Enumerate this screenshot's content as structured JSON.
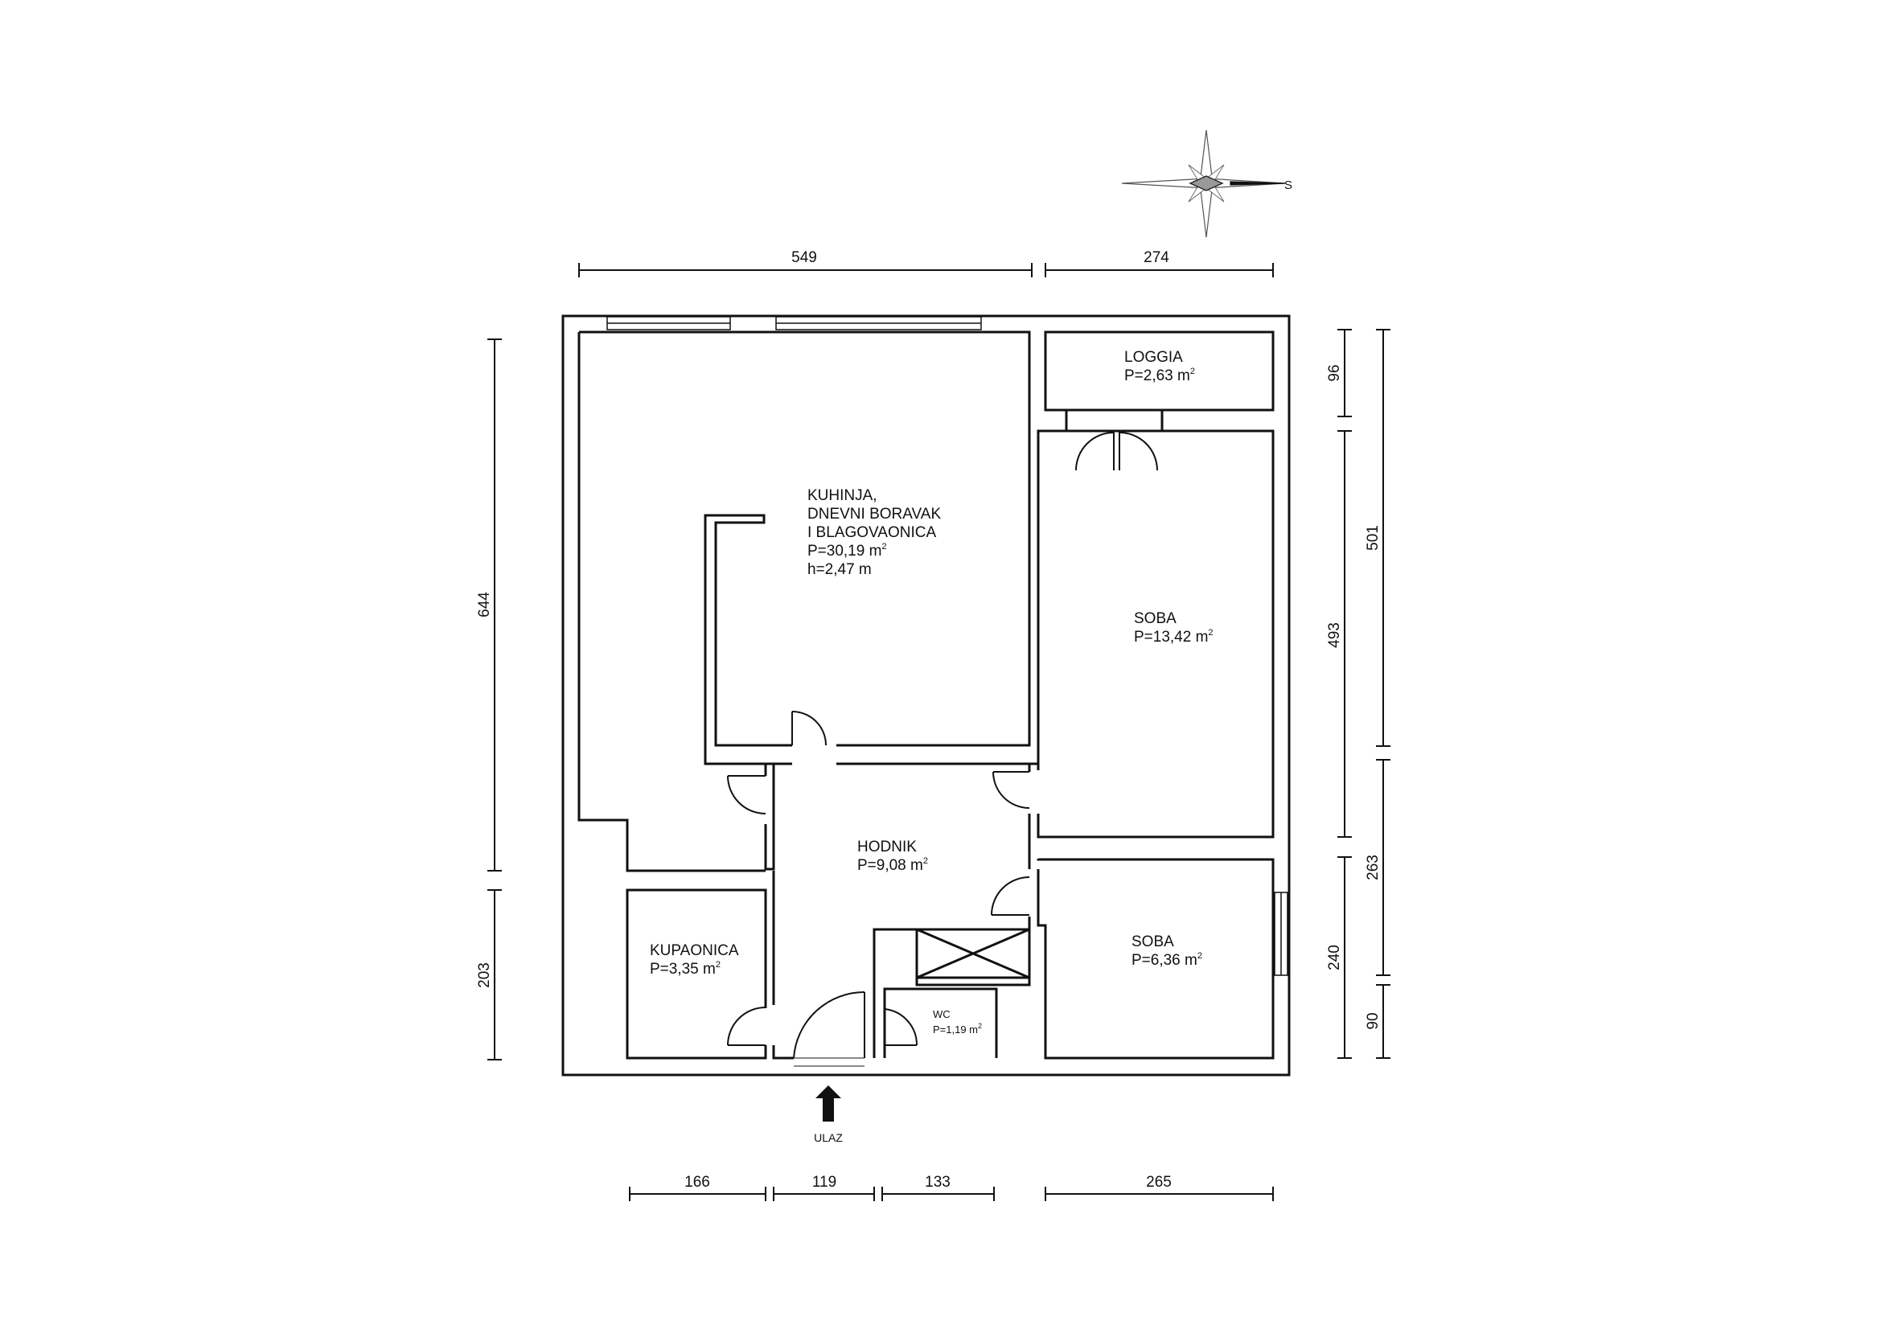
{
  "compass": {
    "direction_label": "S"
  },
  "entrance": {
    "label": "ULAZ"
  },
  "rooms": [
    {
      "id": "kuhinja",
      "lines": [
        "KUHINJA,",
        "DNEVNI BORAVAK",
        "I BLAGOVAONICA"
      ],
      "area": "P=30,19 m",
      "height": "h=2,47 m",
      "unit_sup": "2"
    },
    {
      "id": "loggia",
      "lines": [
        "LOGGIA"
      ],
      "area": "P=2,63 m",
      "unit_sup": "2"
    },
    {
      "id": "soba-large",
      "lines": [
        "SOBA"
      ],
      "area": "P=13,42 m",
      "unit_sup": "2"
    },
    {
      "id": "hodnik",
      "lines": [
        "HODNIK"
      ],
      "area": "P=9,08 m",
      "unit_sup": "2"
    },
    {
      "id": "soba-small",
      "lines": [
        "SOBA"
      ],
      "area": "P=6,36 m",
      "unit_sup": "2"
    },
    {
      "id": "kupaonica",
      "lines": [
        "KUPAONICA"
      ],
      "area": "P=3,35 m",
      "unit_sup": "2"
    },
    {
      "id": "wc",
      "lines": [
        "WC"
      ],
      "area": "P=1,19 m",
      "unit_sup": "2"
    }
  ],
  "dimensions": {
    "top": [
      "549",
      "274"
    ],
    "bottom": [
      "166",
      "119",
      "133",
      "265"
    ],
    "left": [
      "644",
      "203"
    ],
    "right_inner": [
      "96",
      "493",
      "240",
      "90"
    ],
    "right_outer": [
      "501",
      "263"
    ]
  }
}
